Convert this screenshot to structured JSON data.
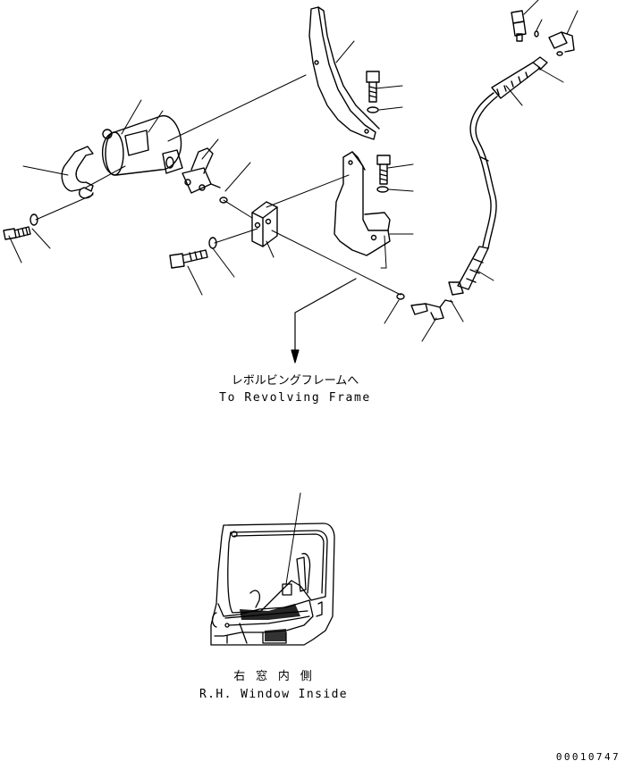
{
  "annotations": {
    "revolving_frame_jp": "レボルビングフレームへ",
    "revolving_frame_en": "To Revolving Frame",
    "window_inside_jp": "右 窓 内 側",
    "window_inside_en": "R.H. Window Inside"
  },
  "drawing_number": "00010747"
}
